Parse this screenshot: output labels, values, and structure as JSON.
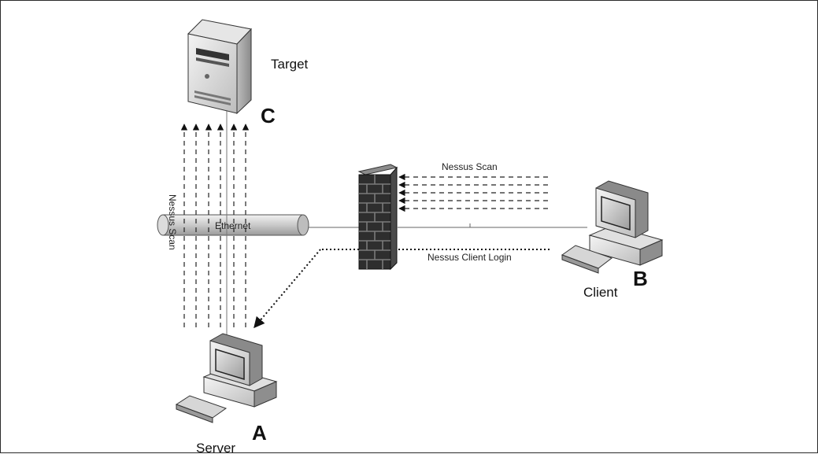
{
  "labels": {
    "target": "Target",
    "target_letter": "C",
    "server": "Server",
    "server_letter": "A",
    "client": "Client",
    "client_letter": "B",
    "ethernet": "Ethernet",
    "nessus_scan_top": "Nessus Scan",
    "nessus_scan_vertical": "Nessus Scan",
    "nessus_client_login": "Nessus Client Login"
  }
}
